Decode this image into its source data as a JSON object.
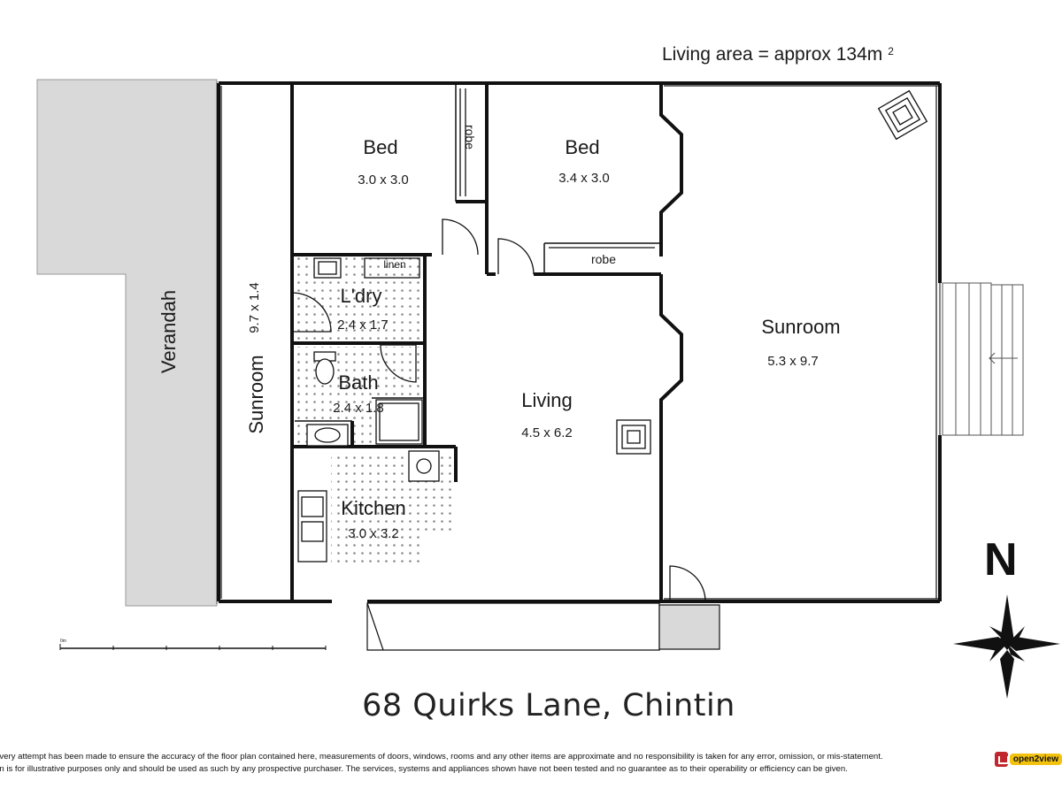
{
  "living_area_note": "Living area = approx 134m",
  "living_area_superscript": "2",
  "rooms": {
    "bed1": {
      "name": "Bed",
      "dims": "3.0 x 3.0"
    },
    "bed2": {
      "name": "Bed",
      "dims": "3.4 x 3.0"
    },
    "robe1": "robe",
    "robe2": "robe",
    "linen": "linen",
    "laundry": {
      "name": "L'dry",
      "dims": "2.4 x 1.7"
    },
    "bath": {
      "name": "Bath",
      "dims": "2.4 x 1.8"
    },
    "kitchen": {
      "name": "Kitchen",
      "dims": "3.0 x 3.2"
    },
    "living": {
      "name": "Living",
      "dims": "4.5 x 6.2"
    },
    "sunroom_east": {
      "name": "Sunroom",
      "dims": "5.3 x 9.7"
    },
    "sunroom_west": {
      "name": "Sunroom",
      "dims": "9.7 x 1.4"
    },
    "verandah": "Verandah"
  },
  "compass": {
    "letter": "N"
  },
  "scale_bar_label": "0m",
  "address": "68 Quirks Lane, Chintin",
  "disclaimer": {
    "line1": "every attempt has been made to ensure the accuracy of the floor plan contained here, measurements of doors, windows, rooms and any other items are approximate and no responsibility is taken for any error, omission, or mis-statement.",
    "line2": "an is for illustrative purposes only and should be used as such by any prospective purchaser. The services, systems and appliances shown have not been tested and no guarantee as to their operability or efficiency can be given."
  },
  "brand": {
    "name": "open2view"
  },
  "colors": {
    "wall": "#111111",
    "verandah_fill": "#d9d9d9",
    "wet_area_dots": "#8a8a8a"
  }
}
